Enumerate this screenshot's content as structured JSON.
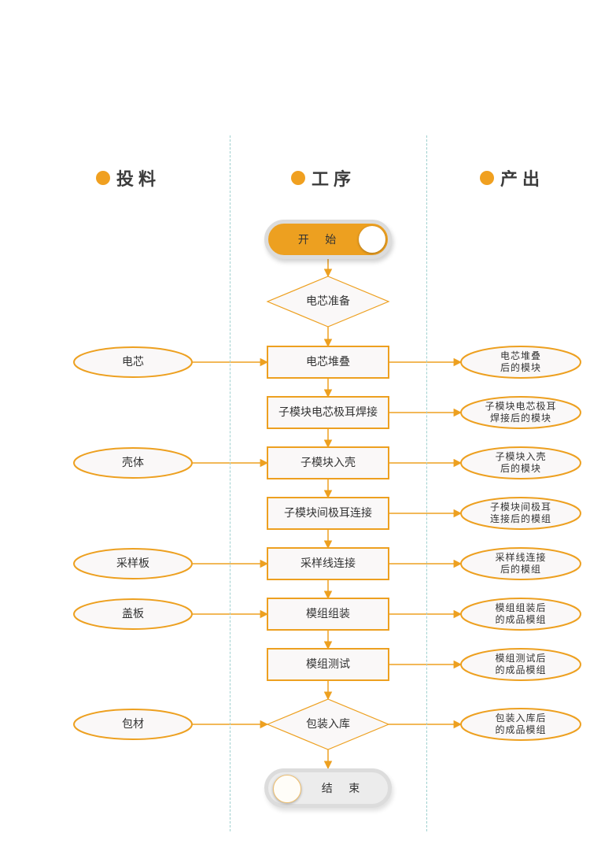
{
  "columns": {
    "input": "投料",
    "process": "工序",
    "output": "产出"
  },
  "colors": {
    "accent": "#eda020",
    "node_fill": "#faf8f8",
    "text": "#333333",
    "lane_divider": "#9fd0cf"
  },
  "start": {
    "label": "开 始"
  },
  "end": {
    "label": "结 束"
  },
  "steps": [
    {
      "label": "电芯准备",
      "shape": "diamond",
      "input": null,
      "output": null
    },
    {
      "label": "电芯堆叠",
      "shape": "rect",
      "input": "电芯",
      "output": [
        "电芯堆叠",
        "后的模块"
      ]
    },
    {
      "label": "子模块电芯极耳焊接",
      "shape": "rect",
      "input": null,
      "output": [
        "子模块电芯极耳",
        "焊接后的模块"
      ]
    },
    {
      "label": "子模块入壳",
      "shape": "rect",
      "input": "壳体",
      "output": [
        "子模块入壳",
        "后的模块"
      ]
    },
    {
      "label": "子模块间极耳连接",
      "shape": "rect",
      "input": null,
      "output": [
        "子模块间极耳",
        "连接后的模组"
      ]
    },
    {
      "label": "采样线连接",
      "shape": "rect",
      "input": "采样板",
      "output": [
        "采样线连接",
        "后的模组"
      ]
    },
    {
      "label": "模组组装",
      "shape": "rect",
      "input": "盖板",
      "output": [
        "模组组装后",
        "的成品模组"
      ]
    },
    {
      "label": "模组测试",
      "shape": "rect",
      "input": null,
      "output": [
        "模组测试后",
        "的成品模组"
      ]
    },
    {
      "label": "包装入库",
      "shape": "diamond",
      "input": "包材",
      "output": [
        "包装入库后",
        "的成品模组"
      ]
    }
  ]
}
